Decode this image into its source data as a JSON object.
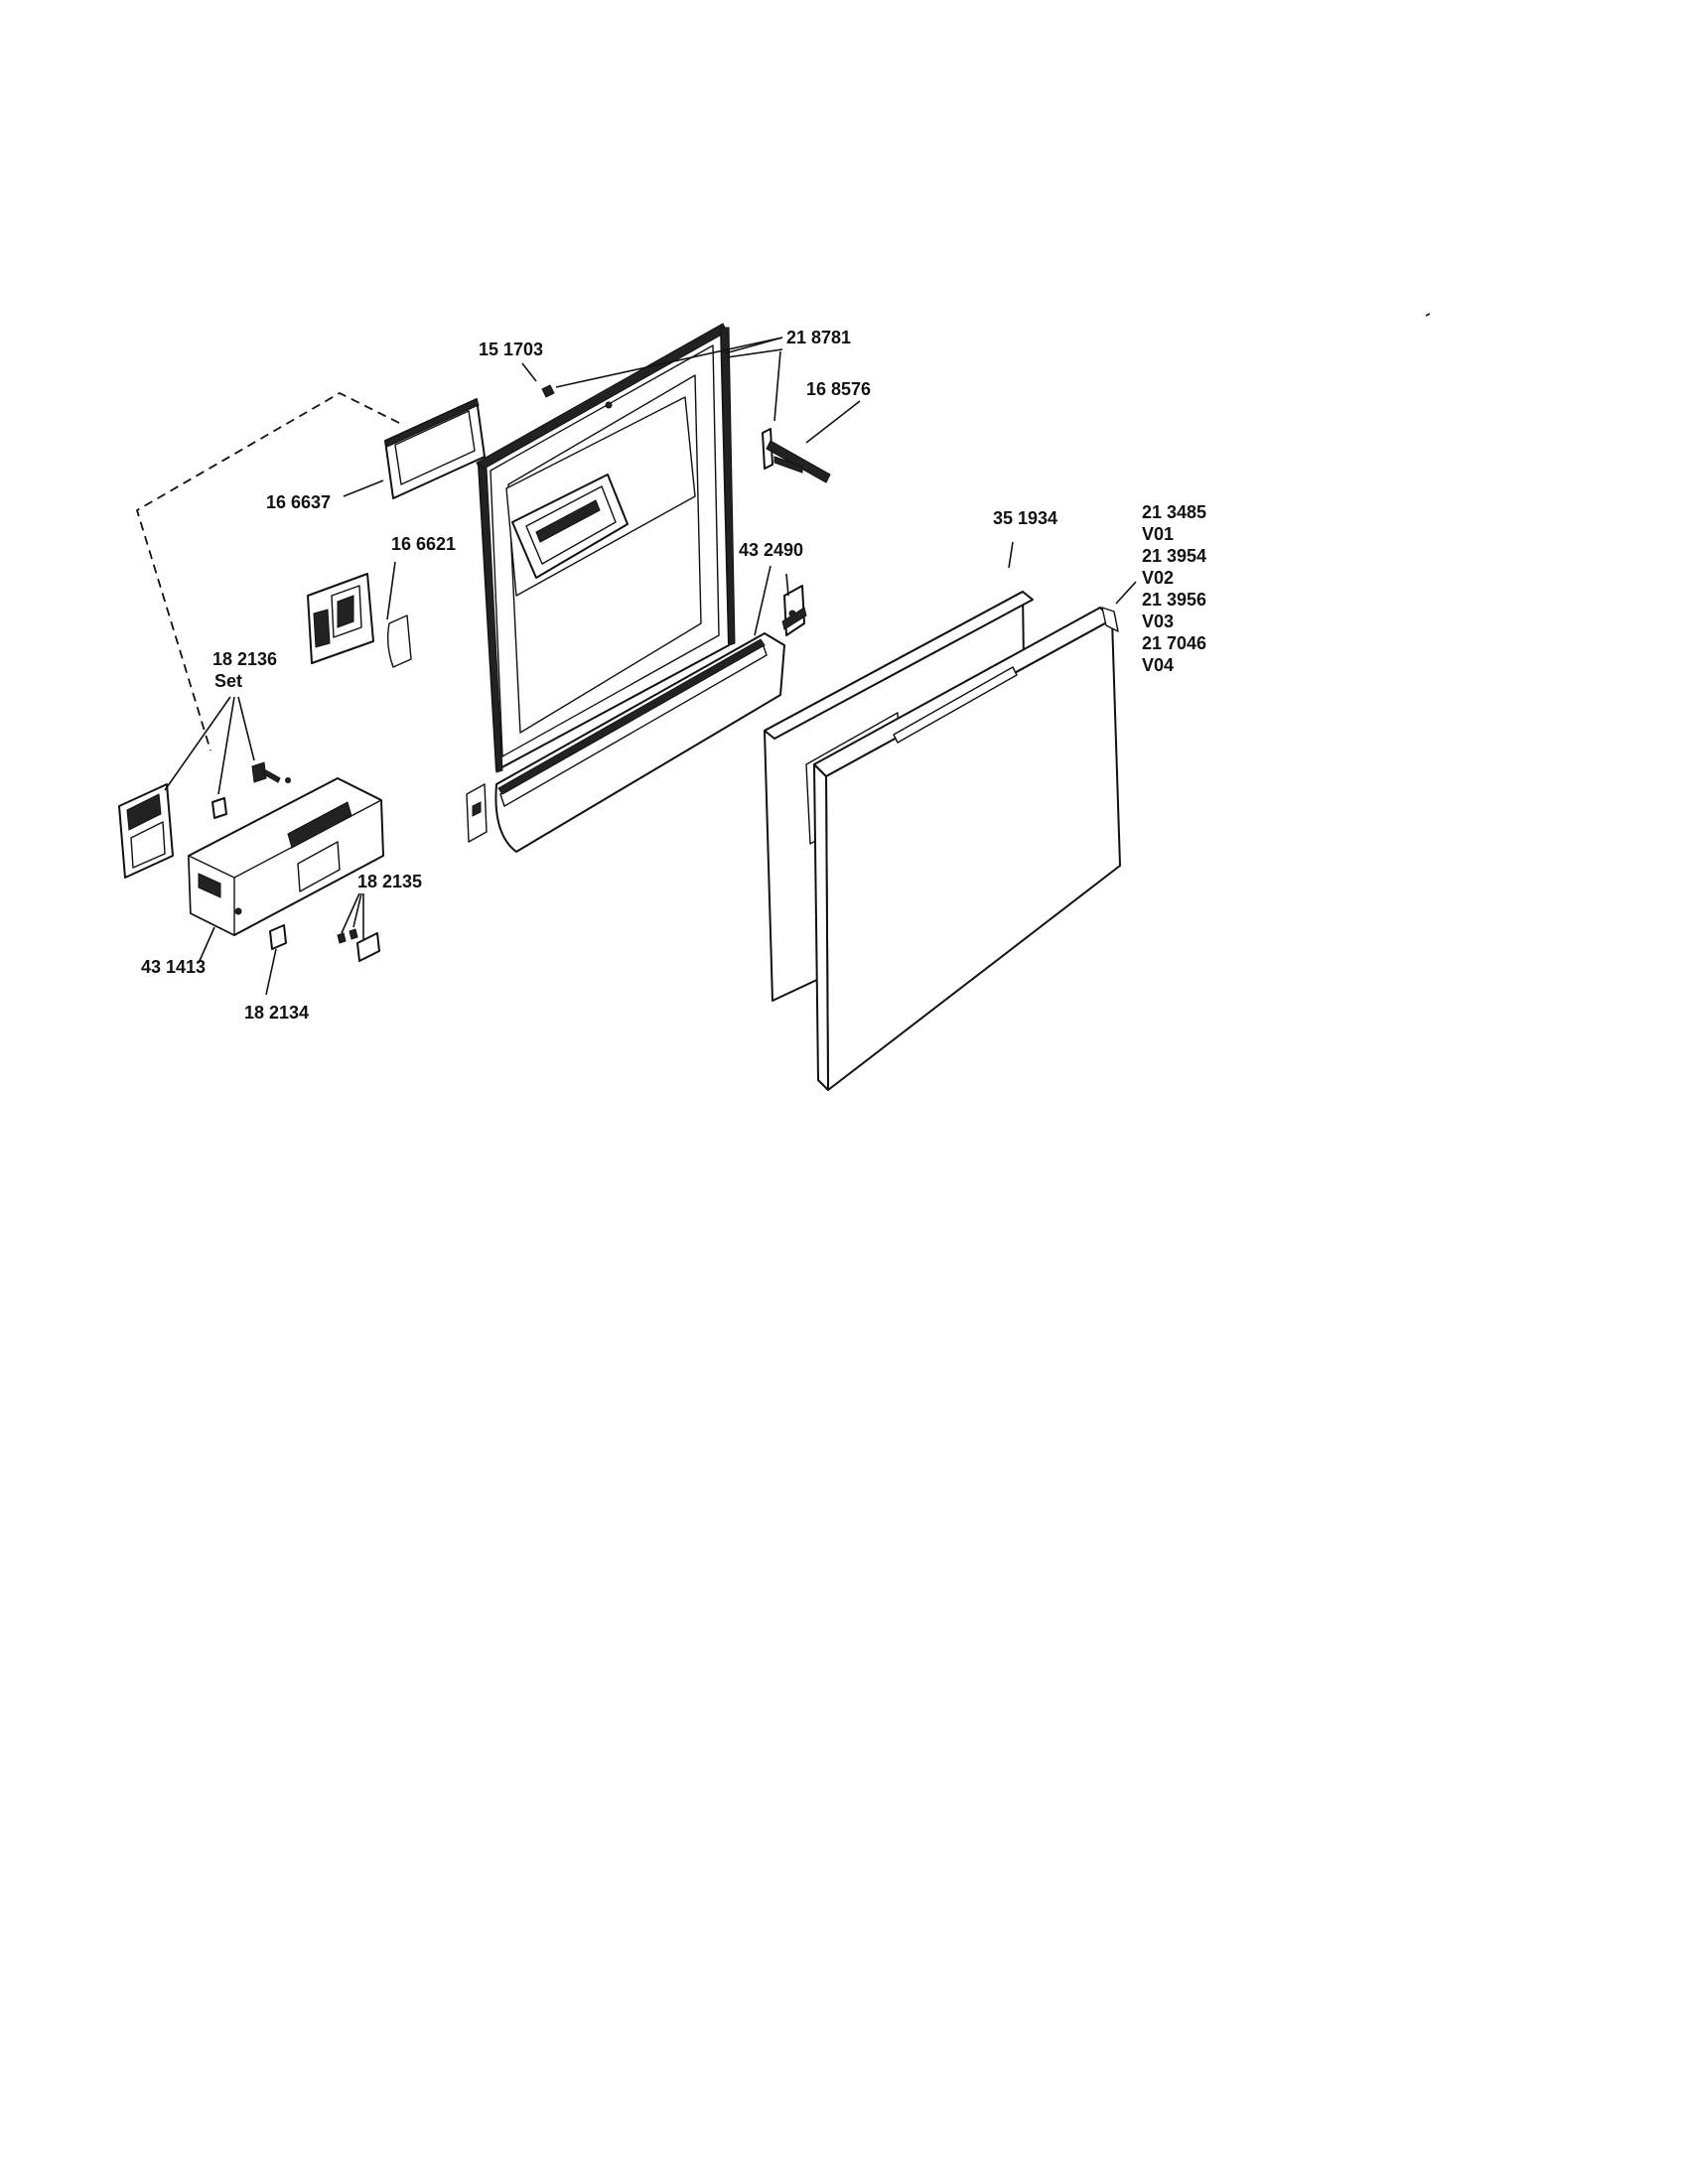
{
  "parts": {
    "p151703": "15 1703",
    "p218781": "21 8781",
    "p168576": "16 8576",
    "p166637": "16 6637",
    "p166621": "16 6621",
    "p432490": "43 2490",
    "p351934": "35 1934",
    "p213485": "21 3485",
    "v01": "V01",
    "p213954": "21 3954",
    "v02": "V02",
    "p213956": "21 3956",
    "v03": "V03",
    "p217046": "21 7046",
    "v04": "V04",
    "p182136": "18 2136",
    "set": "Set",
    "p182135": "18 2135",
    "p431413": "43 1413",
    "p182134": "18 2134"
  }
}
